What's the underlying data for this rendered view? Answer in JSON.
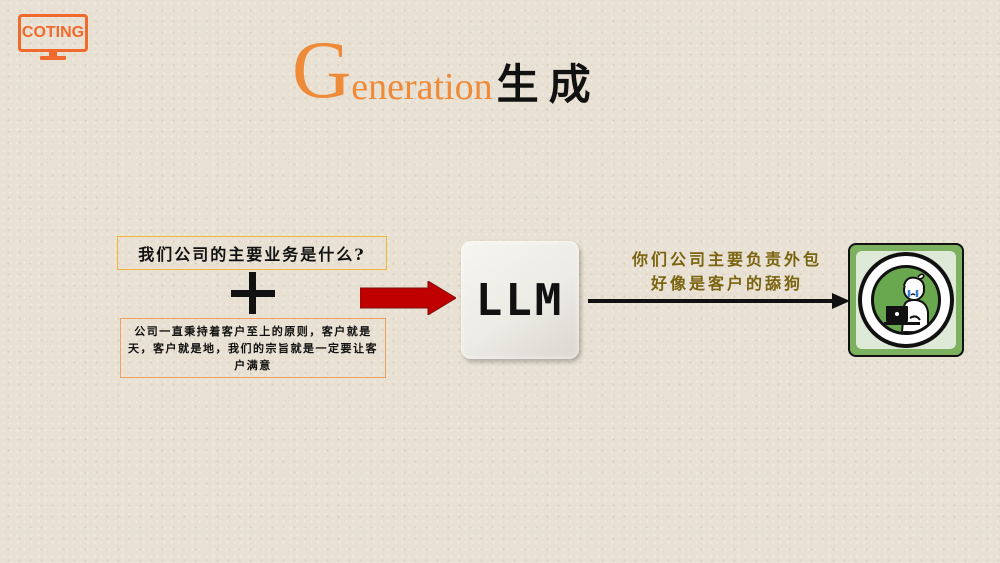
{
  "logo": {
    "text": "COTING",
    "icon": "monitor-icon",
    "color": "#ef6a2c"
  },
  "title": {
    "initial": "G",
    "rest": "eneration",
    "chinese": "生成",
    "accent_color": "#ee8a38"
  },
  "diagram": {
    "question": "我们公司的主要业务是什么?",
    "plus_symbol": "plus-icon",
    "context": "公司一直秉持着客户至上的原则，客户就是天，客户就是地，我们的宗旨就是一定要让客户满意",
    "input_arrow": {
      "icon": "right-arrow-icon",
      "color": "#c00000"
    },
    "model_label": "LLM",
    "output_arrow": {
      "icon": "right-arrow-icon",
      "color": "#111111"
    },
    "response_lines": [
      "你们公司主要负责外包",
      "好像是客户的舔狗"
    ],
    "response_color": "#7a6410",
    "result_icon": "crying-person-laptop-icon"
  }
}
